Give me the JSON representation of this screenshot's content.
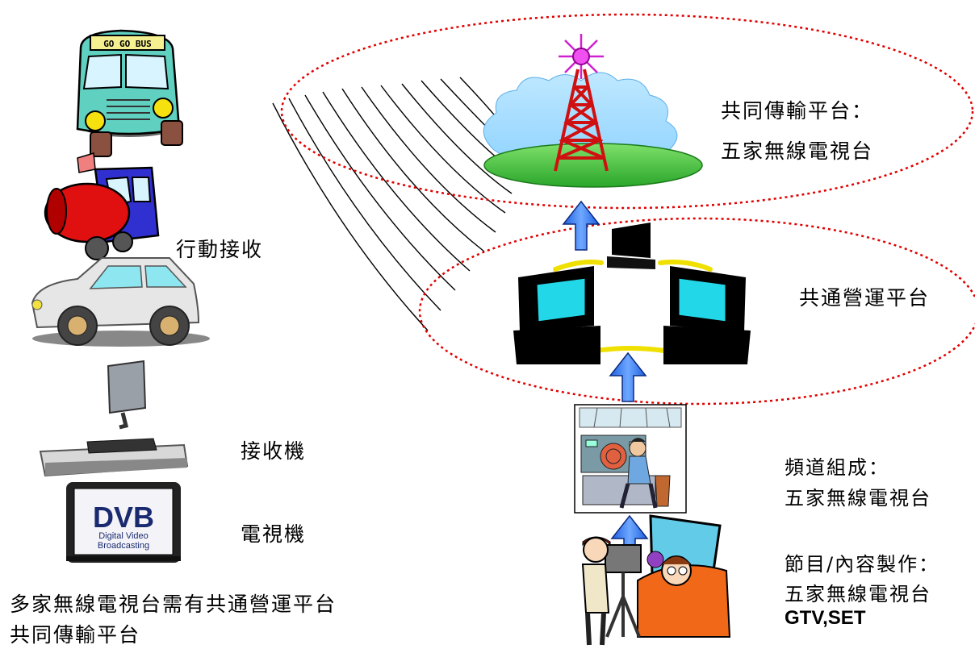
{
  "labels": {
    "transmission_platform_title": "共同傳輸平台：",
    "transmission_platform_members": "五家無線電視台",
    "operation_platform": "共通營運平台",
    "mobile_reception": "行動接收",
    "receiver": "接收機",
    "television": "電視機",
    "channel_composition_title": "頻道組成：",
    "channel_composition_members": "五家無線電視台",
    "content_production_title": "節目/內容製作：",
    "content_production_members": "五家無線電視台",
    "content_production_extra": "GTV,SET",
    "footer_line1": "多家無線電視台需有共通營運平台",
    "footer_line2": "共同傳輸平台",
    "bus_sign": "GO GO BUS",
    "dvb_logo": "DVB",
    "dvb_caption1": "Digital Video",
    "dvb_caption2": "Broadcasting"
  },
  "colors": {
    "ellipse_outline": "#e00000",
    "arrow_fill": "#3a7df0",
    "monitor_screen": "#22d8e8",
    "ring_arc": "#f0e000"
  }
}
